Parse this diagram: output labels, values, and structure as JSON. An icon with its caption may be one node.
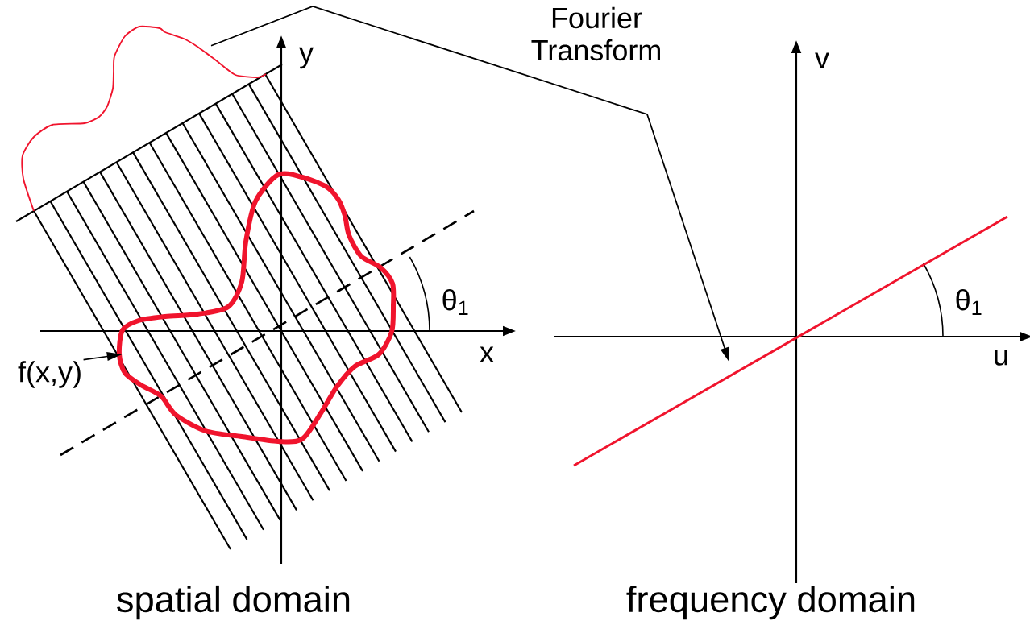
{
  "diagram": {
    "nodes": [
      {
        "text": [
          "f(x,y)"
        ]
      },
      {
        "text": [],
        "shape": "picture"
      },
      {
        "text": [],
        "shape": "picture"
      },
      {
        "text": [],
        "shape": "picture"
      }
    ],
    "edges": [
      {
        "from": 0,
        "to": 1,
        "arrow": "to"
      },
      {
        "from": 2,
        "to": 3,
        "arrow": "to",
        "label": "Fourier Transform"
      }
    ],
    "labels": [
      "y",
      "x",
      "θ$_{1}$",
      "v",
      "u",
      "θ$_{1}$",
      "spatial domain",
      "frequency domain"
    ]
  }
}
